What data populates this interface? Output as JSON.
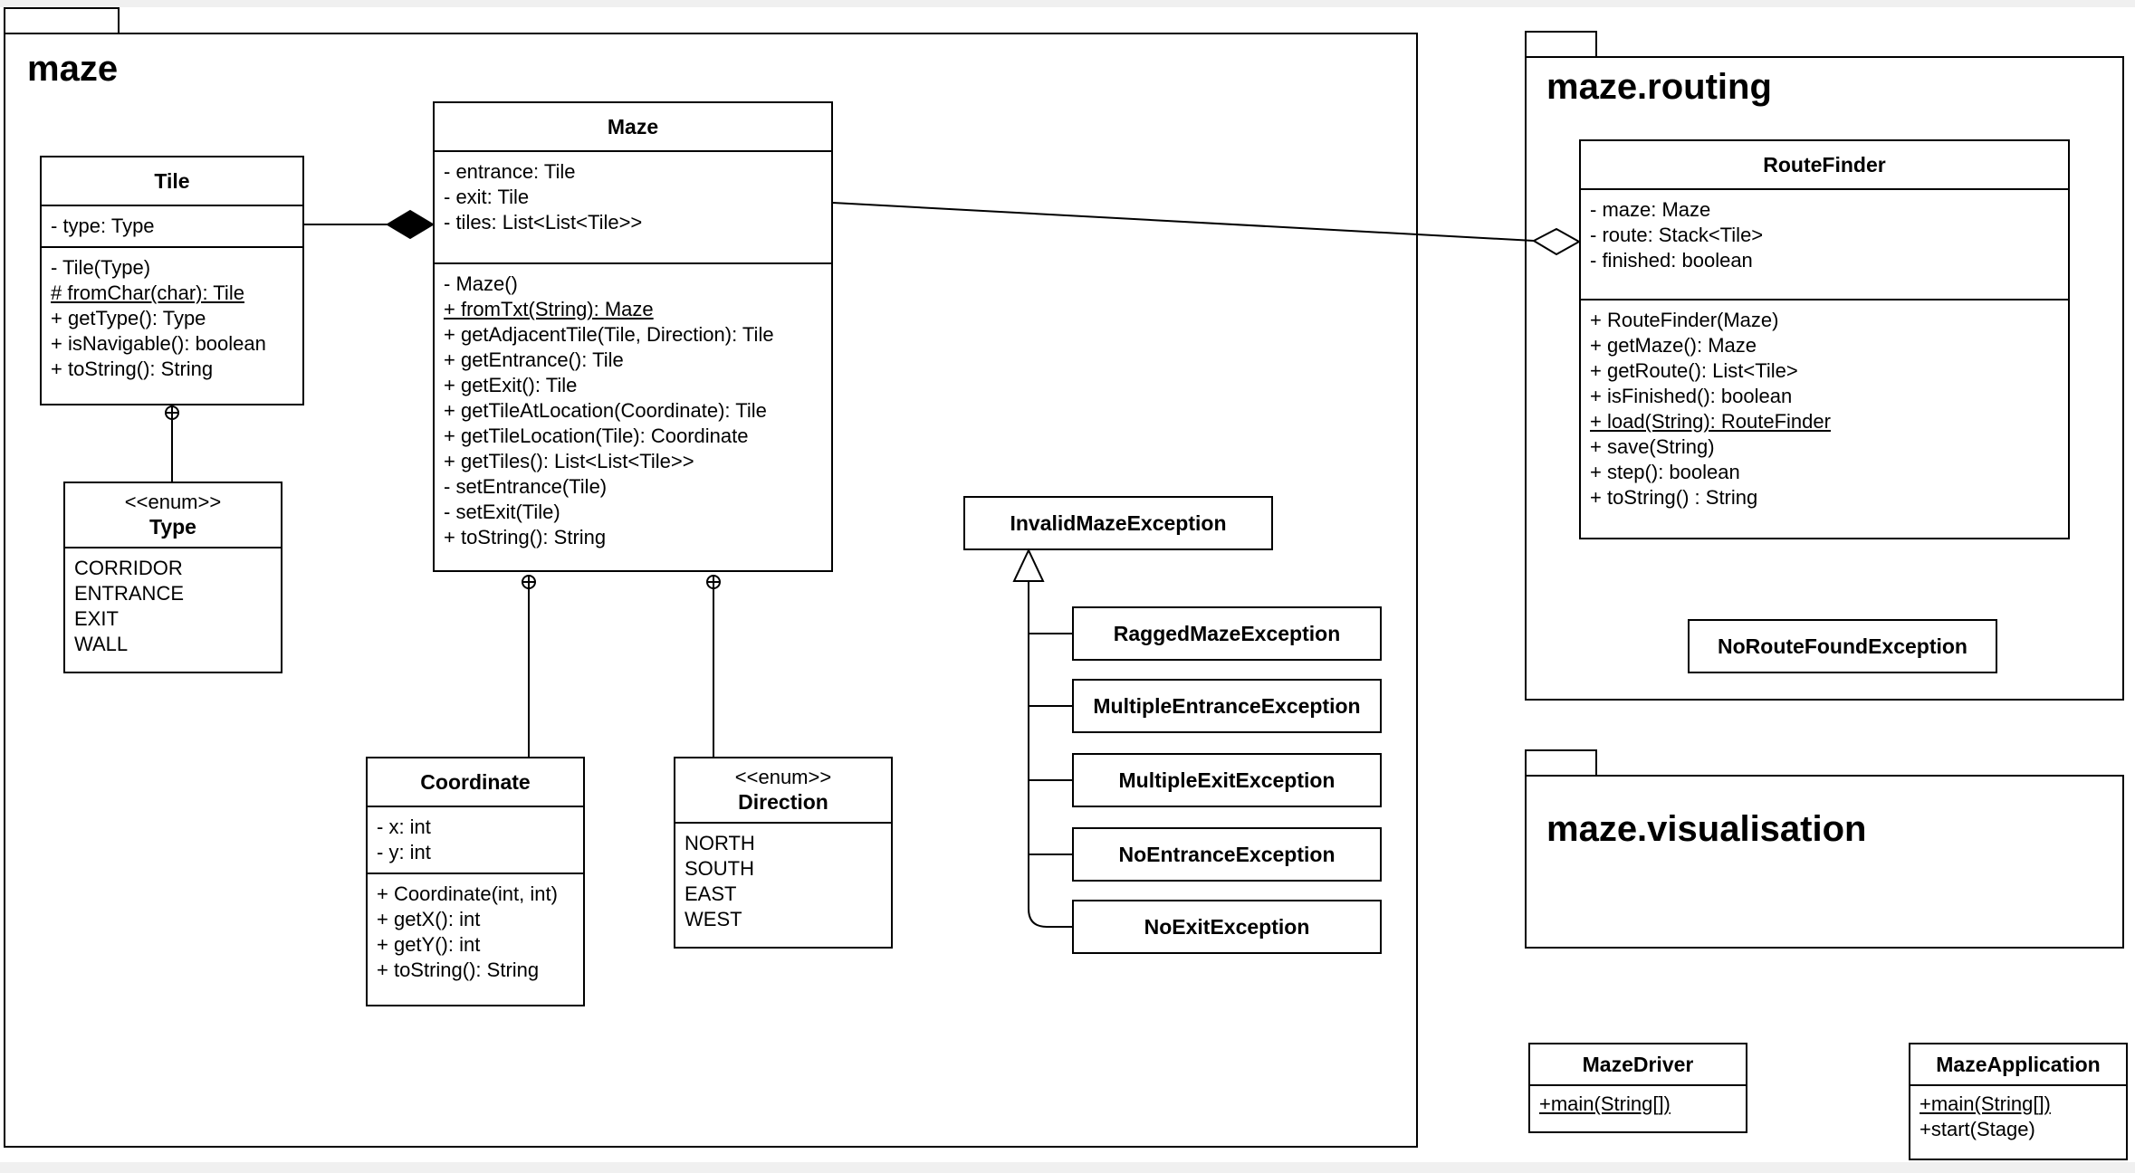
{
  "packages": {
    "maze": "maze",
    "routing": "maze.routing",
    "visualisation": "maze.visualisation"
  },
  "classes": {
    "tile": {
      "name": "Tile",
      "attributes": [
        "- type: Type"
      ],
      "methods": [
        "- Tile(Type)",
        "# fromChar(char): Tile",
        "+ getType(): Type",
        "+ isNavigable(): boolean",
        "+ toString(): String"
      ]
    },
    "type": {
      "stereotype": "<<enum>>",
      "name": "Type",
      "values": [
        "CORRIDOR",
        "ENTRANCE",
        "EXIT",
        "WALL"
      ]
    },
    "maze": {
      "name": "Maze",
      "attributes": [
        "- entrance: Tile",
        "- exit: Tile",
        "- tiles:  List<List<Tile>>"
      ],
      "methods": [
        "- Maze()",
        "+ fromTxt(String): Maze",
        "+ getAdjacentTile(Tile, Direction): Tile",
        "+ getEntrance(): Tile",
        "+ getExit(): Tile",
        "+ getTileAtLocation(Coordinate): Tile",
        "+ getTileLocation(Tile): Coordinate",
        "+ getTiles(): List<List<Tile>>",
        "- setEntrance(Tile)",
        "- setExit(Tile)",
        "+ toString(): String"
      ]
    },
    "coordinate": {
      "name": "Coordinate",
      "attributes": [
        "- x: int",
        "- y: int"
      ],
      "methods": [
        "+ Coordinate(int, int)",
        "+ getX(): int",
        "+ getY(): int",
        "+ toString(): String"
      ]
    },
    "direction": {
      "stereotype": "<<enum>>",
      "name": "Direction",
      "values": [
        "NORTH",
        "SOUTH",
        "EAST",
        "WEST"
      ]
    },
    "routefinder": {
      "name": "RouteFinder",
      "attributes": [
        "- maze: Maze",
        "- route: Stack<Tile>",
        "- finished: boolean"
      ],
      "methods": [
        "+ RouteFinder(Maze)",
        "+ getMaze(): Maze",
        "+ getRoute(): List<Tile>",
        "+ isFinished(): boolean",
        "+ load(String): RouteFinder",
        "+ save(String)",
        "+ step(): boolean",
        "+ toString() : String"
      ]
    },
    "mazedriver": {
      "name": "MazeDriver",
      "methods": [
        "+main(String[])"
      ]
    },
    "mazeapplication": {
      "name": "MazeApplication",
      "methods": [
        "+main(String[])",
        "+start(Stage)"
      ]
    }
  },
  "exceptions": {
    "invalid": "InvalidMazeException",
    "ragged": "RaggedMazeException",
    "multiple_entrance": "MultipleEntranceException",
    "multiple_exit": "MultipleExitException",
    "no_entrance": "NoEntranceException",
    "no_exit": "NoExitException",
    "no_route": "NoRouteFoundException"
  }
}
